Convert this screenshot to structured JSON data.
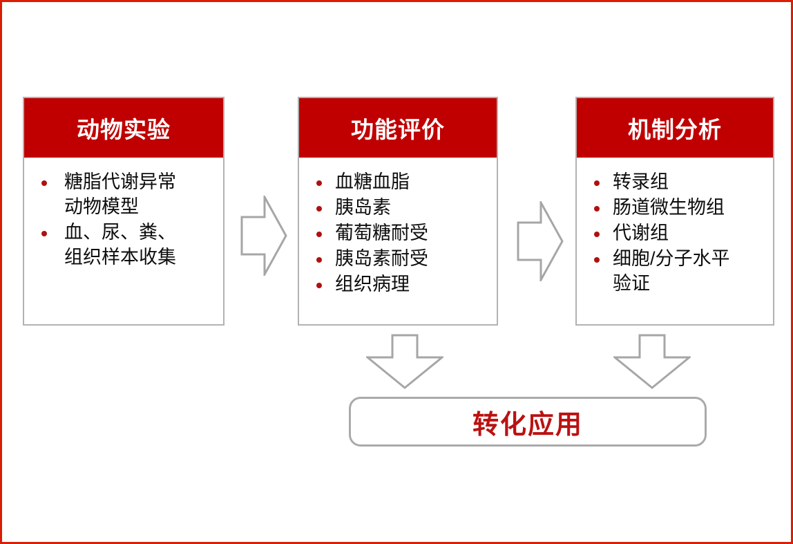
{
  "canvas": {
    "border_color": "#d81e06",
    "background": "#ffffff"
  },
  "theme": {
    "header_red": "#c00000",
    "bullet_red": "#b01010",
    "outcome_red": "#bb1111",
    "box_border_gray": "#b2b2b2",
    "arrow_gray": "#a6a6a6"
  },
  "stages": [
    {
      "id": "animal-experiment",
      "title": "动物实验",
      "bullets": [
        " 糖脂代谢异常\n动物模型",
        " 血、尿、粪、\n组织样本收集"
      ]
    },
    {
      "id": "function-evaluation",
      "title": "功能评价",
      "bullets": [
        "血糖血脂",
        "胰岛素",
        "葡萄糖耐受",
        "胰岛素耐受",
        "组织病理"
      ]
    },
    {
      "id": "mechanism-analysis",
      "title": "机制分析",
      "bullets": [
        "转录组",
        "肠道微生物组",
        "代谢组",
        "细胞/分子水平\n验证"
      ]
    }
  ],
  "connectors": [
    {
      "id": "arrow-right-1",
      "direction": "right"
    },
    {
      "id": "arrow-right-2",
      "direction": "right"
    },
    {
      "id": "arrow-down-1",
      "direction": "down"
    },
    {
      "id": "arrow-down-2",
      "direction": "down"
    }
  ],
  "outcome": {
    "label": "转化应用"
  }
}
